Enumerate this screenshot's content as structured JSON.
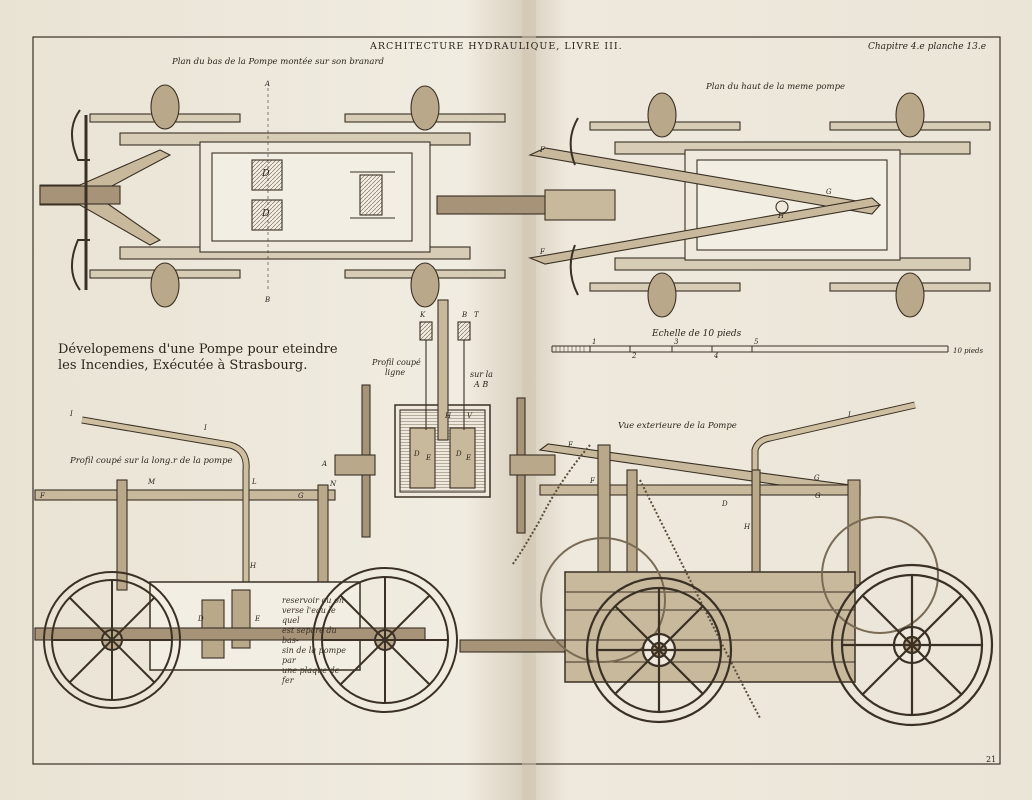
{
  "header": {
    "title": "ARCHITECTURE HYDRAULIQUE, LIVRE III.",
    "chapter": "Chapitre 4.e planche 13.e"
  },
  "views": {
    "plan_bottom": "Plan du bas de la Pompe montée sur son branard",
    "plan_top": "Plan du haut de la meme pompe",
    "title_line1": "Dévelopemens d'une Pompe pour eteindre",
    "title_line2": "les Incendies, Exécutée à Strasbourg.",
    "profile_cut_line1": "Profil coupé",
    "profile_cut_line2": "ligne",
    "profile_cut_line3": "sur la",
    "profile_cut_line4": "A B",
    "profile_long": "Profil coupé sur la long.r de la pompe",
    "exterior": "Vue exterieure de la Pompe"
  },
  "scale": {
    "label": "Echelle de 10 pieds",
    "end_label": "10 pieds",
    "ticks": [
      "1",
      "2",
      "3",
      "4",
      "5"
    ]
  },
  "note": [
    "reservoir ou on",
    "verse l'eau le quel",
    "est separé du bas-",
    "sin de la pompe par",
    "une plaque de fer"
  ],
  "letters": {
    "A": "A",
    "B": "B",
    "D": "D",
    "E": "E",
    "F": "F",
    "G": "G",
    "H": "H",
    "I": "I",
    "K": "K",
    "L": "L",
    "M": "M",
    "N": "N",
    "T": "T",
    "V": "V"
  },
  "page_number": "21",
  "colors": {
    "ink": "#3a3024",
    "paper": "#efe9dd",
    "wood": "#c8b99d",
    "shade": "#8d7f68"
  }
}
